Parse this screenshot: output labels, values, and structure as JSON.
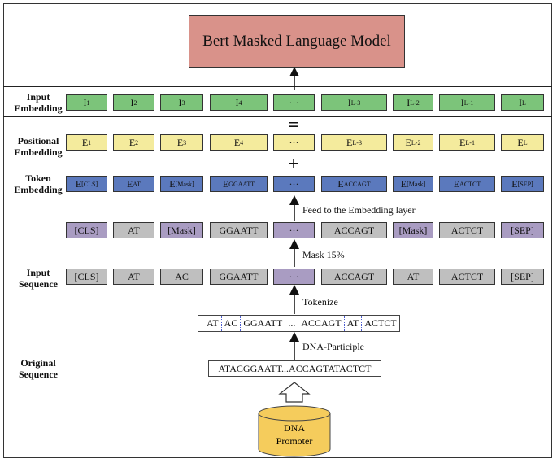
{
  "model_label": "Bert Masked Language Model",
  "labels": {
    "input_embedding": [
      "Input",
      "Embedding"
    ],
    "positional_embedding": [
      "Positional",
      "Embedding"
    ],
    "token_embedding": [
      "Token",
      "Embedding"
    ],
    "input_sequence": [
      "Input",
      "Sequence"
    ],
    "original_sequence": [
      "Original",
      "Sequence"
    ]
  },
  "rows": {
    "input_embedding": [
      {
        "base": "I",
        "sub": "1"
      },
      {
        "base": "I",
        "sub": "2"
      },
      {
        "base": "I",
        "sub": "3"
      },
      {
        "base": "I",
        "sub": "4"
      },
      {
        "base": "···",
        "sub": ""
      },
      {
        "base": "I",
        "sub": "L-3"
      },
      {
        "base": "I",
        "sub": "L-2"
      },
      {
        "base": "I",
        "sub": "L-1"
      },
      {
        "base": "I",
        "sub": "L"
      }
    ],
    "positional_embedding": [
      {
        "base": "E",
        "sub": "1"
      },
      {
        "base": "E",
        "sub": "2"
      },
      {
        "base": "E",
        "sub": "3"
      },
      {
        "base": "E",
        "sub": "4"
      },
      {
        "base": "···",
        "sub": ""
      },
      {
        "base": "E",
        "sub": "L-3"
      },
      {
        "base": "E",
        "sub": "L-2"
      },
      {
        "base": "E",
        "sub": "L-1"
      },
      {
        "base": "E",
        "sub": "L"
      }
    ],
    "token_embedding": [
      {
        "base": "E",
        "sub": "[CLS]"
      },
      {
        "base": "E",
        "sub": "AT"
      },
      {
        "base": "E",
        "sub": "[Mask]"
      },
      {
        "base": "E",
        "sub": "GGAATT"
      },
      {
        "base": "···",
        "sub": ""
      },
      {
        "base": "E",
        "sub": "ACCAGT"
      },
      {
        "base": "E",
        "sub": "[Mask]"
      },
      {
        "base": "E",
        "sub": "ACTCT"
      },
      {
        "base": "E",
        "sub": "[SEP]"
      }
    ],
    "masked_sequence": [
      "[CLS]",
      "AT",
      "[Mask]",
      "GGAATT",
      "···",
      "ACCAGT",
      "[Mask]",
      "ACTCT",
      "[SEP]"
    ],
    "input_sequence": [
      "[CLS]",
      "AT",
      "AC",
      "GGAATT",
      "···",
      "ACCAGT",
      "AT",
      "ACTCT",
      "[SEP]"
    ]
  },
  "operators": {
    "equals": "=",
    "plus": "+"
  },
  "steps": {
    "feed": "Feed to the Embedding layer",
    "mask": "Mask 15%",
    "tokenize": "Tokenize",
    "participle": "DNA-Participle"
  },
  "tokenized": [
    "AT",
    "AC",
    "GGAATT",
    "...",
    "ACCAGT",
    "AT",
    "ACTCT"
  ],
  "original_sequence": "ATACGGAATT...ACCAGTATACTCT",
  "database": [
    "DNA",
    "Promoter"
  ],
  "colors": {
    "model": "#d9928a",
    "input_embedding": "#7cc47a",
    "positional": "#f4eb9d",
    "token": "#5b79bd",
    "masked_special": "#a99cc2",
    "sequence": "#bfbfbf",
    "database": "#f5cc5c"
  }
}
